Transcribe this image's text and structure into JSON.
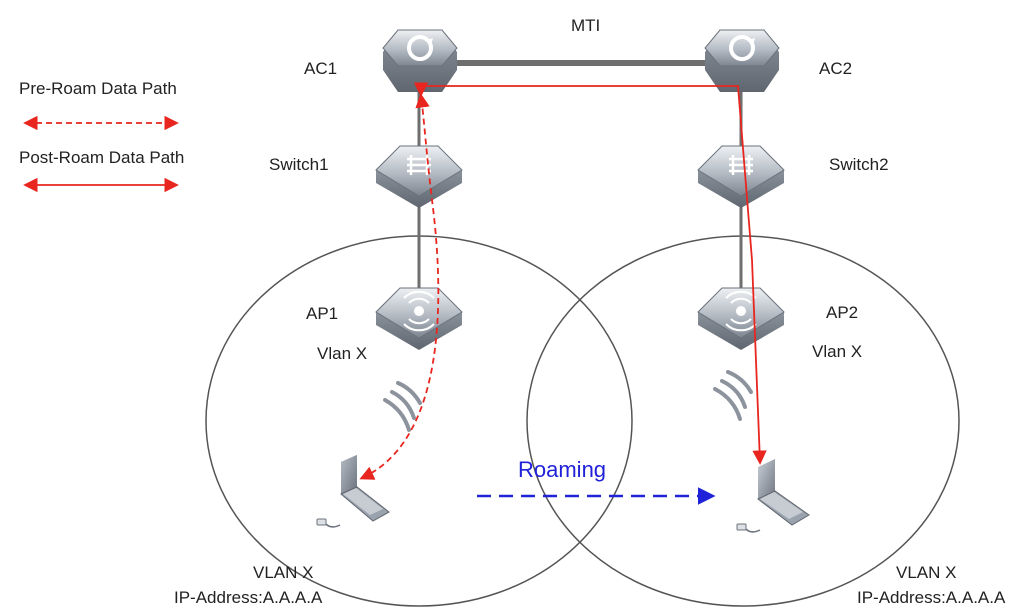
{
  "labels": {
    "mti": "MTI",
    "ac1": "AC1",
    "ac2": "AC2",
    "switch1": "Switch1",
    "switch2": "Switch2",
    "ap1": "AP1",
    "ap2": "AP2",
    "vlan_ap1": "Vlan X",
    "vlan_ap2": "Vlan X",
    "roaming": "Roaming",
    "client1_vlan": "VLAN X",
    "client1_ip": "IP-Address:A.A.A.A",
    "client2_vlan": "VLAN X",
    "client2_ip": "IP-Address:A.A.A.A"
  },
  "legend": {
    "pre_roam": "Pre-Roam Data Path",
    "post_roam": "Post-Roam Data Path"
  },
  "colors": {
    "data_path": "#e8261f",
    "roaming_arrow": "#1f22d8",
    "device_body": "#9aa2ad",
    "link": "#7a7a7a"
  },
  "icons": {
    "controller": "ac-controller-icon",
    "switch": "switch-icon",
    "access_point": "access-point-icon",
    "wifi": "wifi-signal-icon",
    "laptop": "laptop-icon"
  }
}
